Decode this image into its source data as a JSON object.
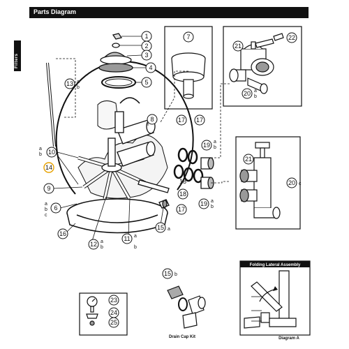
{
  "header": {
    "title": "Parts Diagram"
  },
  "sidebar": {
    "tab": "Filters"
  },
  "callouts": {
    "c1": "1",
    "c2": "2",
    "c3": "3",
    "c4": "4",
    "c5": "5",
    "c6": "6",
    "c7": "7",
    "c8": "8",
    "c9": "9",
    "c10": "10",
    "c11": "11",
    "c12": "12",
    "c13": "13",
    "c14": "14",
    "c15a": "15",
    "c15b": "15",
    "c16": "16",
    "c17a": "17",
    "c17b": "17",
    "c17c": "17",
    "c18a": "18",
    "c18b": "18",
    "c19a": "19",
    "c19b": "19",
    "c20a": "20",
    "c20b": "20",
    "c21a": "21",
    "c21b": "21",
    "c22": "22",
    "c23": "23",
    "c24": "24",
    "c25": "25"
  },
  "suffixes": {
    "a": "a",
    "b": "b",
    "c": "c"
  },
  "insets": {
    "drain_cap_kit": "Drain Cap Kit",
    "folding_lateral_title": "Folding Lateral Assembly",
    "diagram_a": "Diagram A"
  }
}
